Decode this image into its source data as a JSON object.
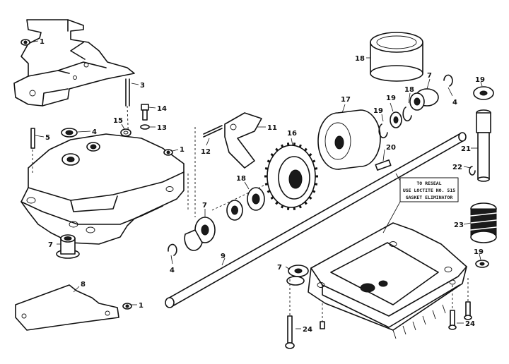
{
  "callouts": {
    "c1_top": "1",
    "c1_mid": "1",
    "c1_bottom": "1",
    "c3": "3",
    "c4_left": "4",
    "c4_right": "4",
    "c4_lower": "4",
    "c5": "5",
    "c7_left": "7",
    "c7_mid": "7",
    "c7_right": "7",
    "c7_bottom": "7",
    "c8": "8",
    "c9": "9",
    "c11": "11",
    "c12": "12",
    "c13": "13",
    "c14": "14",
    "c15": "15",
    "c16": "16",
    "c17": "17",
    "c18_top": "18",
    "c18_a": "18",
    "c18_b": "18",
    "c19_a": "19",
    "c19_b": "19",
    "c19_top": "19",
    "c19_bottom": "19",
    "c20": "20",
    "c21": "21",
    "c22": "22",
    "c23": "23",
    "c24_left": "24",
    "c24_right": "24"
  },
  "note": {
    "line1": "TO RESEAL",
    "line2": "USE LOCTITE NO. 515",
    "line3": "GASKET ELIMINATOR"
  }
}
